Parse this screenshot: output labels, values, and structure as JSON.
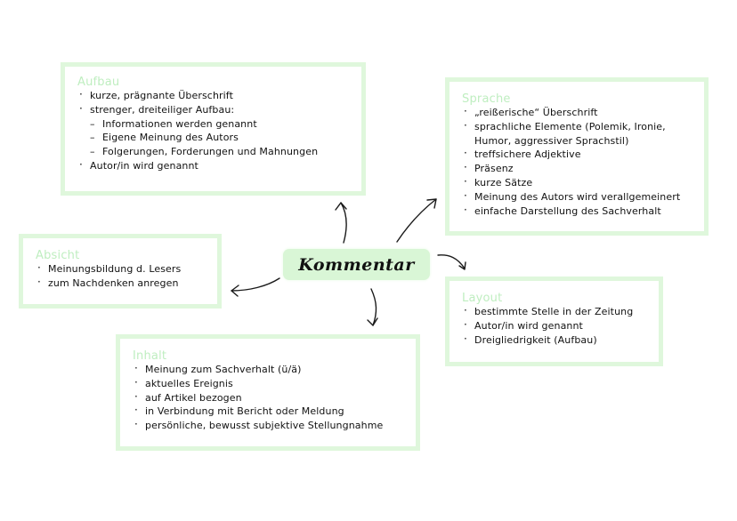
{
  "center": {
    "title": "Kommentar"
  },
  "colors": {
    "box_border": "#dff7dc",
    "heading": "#bfeec0",
    "center_fill": "#d9f6d6",
    "text": "#111111"
  },
  "aufbau": {
    "heading": "Aufbau",
    "items": [
      {
        "text": "kurze, prägnante Überschrift"
      },
      {
        "text": "strenger, dreiteiliger Aufbau:"
      },
      {
        "text": "Informationen werden genannt",
        "sub": true
      },
      {
        "text": "Eigene Meinung des Autors",
        "sub": true
      },
      {
        "text": "Folgerungen, Forderungen und Mahnungen",
        "sub": true
      },
      {
        "text": "Autor/in wird genannt"
      }
    ]
  },
  "sprache": {
    "heading": "Sprache",
    "items": [
      {
        "text": "„reißerische“ Überschrift"
      },
      {
        "text": "sprachliche Elemente (Polemik, Ironie,"
      },
      {
        "text": "Humor, aggressiver Sprachstil)",
        "cont": true
      },
      {
        "text": "treffsichere Adjektive"
      },
      {
        "text": "Präsenz"
      },
      {
        "text": "kurze Sätze"
      },
      {
        "text": "Meinung des Autors wird verallgemeinert"
      },
      {
        "text": "einfache Darstellung des Sachverhalt"
      }
    ]
  },
  "absicht": {
    "heading": "Absicht",
    "items": [
      {
        "text": "Meinungsbildung d. Lesers"
      },
      {
        "text": "zum Nachdenken anregen"
      }
    ]
  },
  "layout": {
    "heading": "Layout",
    "items": [
      {
        "text": "bestimmte Stelle in der Zeitung"
      },
      {
        "text": "Autor/in wird genannt"
      },
      {
        "text": "Dreigliedrigkeit (Aufbau)"
      }
    ]
  },
  "inhalt": {
    "heading": "Inhalt",
    "items": [
      {
        "text": "Meinung zum Sachverhalt (ü/ä)"
      },
      {
        "text": "aktuelles Ereignis"
      },
      {
        "text": "auf Artikel bezogen"
      },
      {
        "text": "in Verbindung mit Bericht oder Meldung"
      },
      {
        "text": "persönliche, bewusst subjektive Stellungnahme"
      }
    ]
  }
}
